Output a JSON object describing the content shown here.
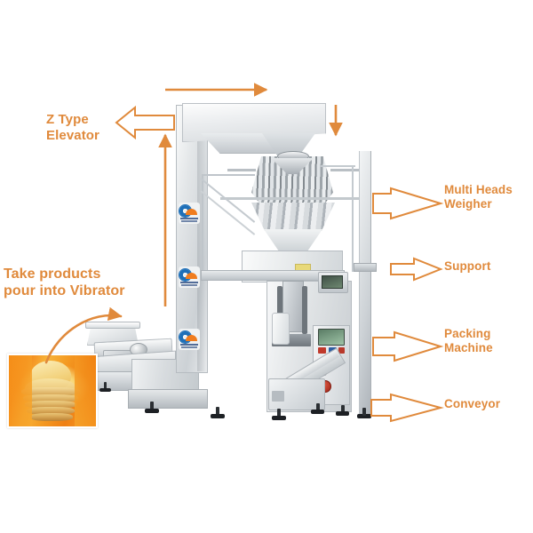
{
  "scene": {
    "title": "Automatic Packing Line with Z Type Elevator and Multi Heads Weigher",
    "background_color": "#ffffff",
    "accent_color": "#E08A3C",
    "arrow_color": "#E08A3C",
    "logo_colors": {
      "gear": "#1e6fb8",
      "sun": "#F07C1E",
      "text": "#1e3f7a"
    }
  },
  "labels": {
    "z_type_elevator": "Z Type\nElevator",
    "take_products": "Take products\npour into Vibrator",
    "multi_heads_weigher": "Multi Heads\nWeigher",
    "support": "Support",
    "packing_machine": "Packing\nMachine",
    "conveyor": "Conveyor"
  },
  "callouts": [
    {
      "name": "z-type-elevator",
      "text": "Z Type Elevator",
      "arrow": "block-arrow-left",
      "points_to": "elevator-column"
    },
    {
      "name": "take-products",
      "text": "Take products pour into Vibrator",
      "arrow": "curved-arrow",
      "points_to": "vibrator-hopper"
    },
    {
      "name": "multi-heads-weigher",
      "text": "Multi Heads Weigher",
      "arrow": "pennant-arrow-right",
      "points_to": "multihead-weigher"
    },
    {
      "name": "support",
      "text": "Support",
      "arrow": "block-arrow-right",
      "points_to": "support-frame"
    },
    {
      "name": "packing-machine",
      "text": "Packing Machine",
      "arrow": "pennant-arrow-right",
      "points_to": "packing-machine"
    },
    {
      "name": "conveyor",
      "text": "Conveyor",
      "arrow": "pennant-arrow-right",
      "points_to": "output-conveyor"
    }
  ],
  "flow_arrows": [
    {
      "name": "flow-top-right",
      "direction": "right",
      "meaning": "product travels across top chute"
    },
    {
      "name": "flow-down-weigher",
      "direction": "down",
      "meaning": "product drops into weigher"
    },
    {
      "name": "flow-up-elevator",
      "direction": "up",
      "meaning": "product lifted by Z elevator"
    }
  ],
  "product_photo": {
    "name": "potato-chips-photo",
    "alt": "stack of potato chips"
  },
  "machine_parts": [
    "vibrator-hopper",
    "z-type-elevator",
    "elevator-column",
    "top-chute",
    "multihead-weigher",
    "platform-railing",
    "support-frame",
    "vffs-packing-machine",
    "control-panel",
    "film-roll",
    "output-conveyor"
  ]
}
